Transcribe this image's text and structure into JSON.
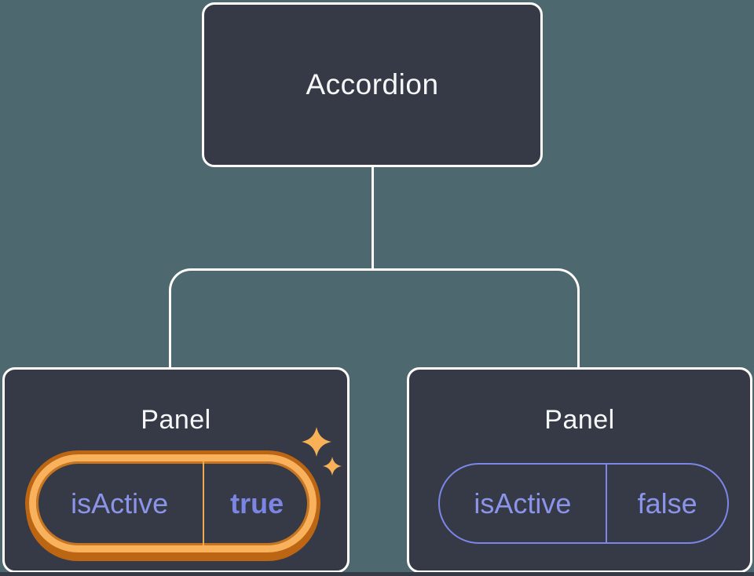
{
  "diagram": {
    "root": {
      "label": "Accordion"
    },
    "panels": [
      {
        "label": "Panel",
        "prop_name": "isActive",
        "prop_value": "true",
        "state": "active-highlighted"
      },
      {
        "label": "Panel",
        "prop_name": "isActive",
        "prop_value": "false",
        "state": "inactive"
      }
    ],
    "icons": [
      {
        "name": "sparkles-icon",
        "meaning": "state just changed / highlighted"
      }
    ]
  },
  "colors": {
    "background": "#4d686e",
    "node_fill": "#353a46",
    "node_border": "#ffffff",
    "node_text": "#f6f7f8",
    "prop_text": "#8c94ea",
    "prop_text_bold": "#7d85e4",
    "prop_border": "#7d86e8",
    "highlight_light": "#f9b15c",
    "highlight_dark": "#bc6512",
    "highlight_divider": "#edaa4f",
    "sparkle": "#f8b157"
  }
}
